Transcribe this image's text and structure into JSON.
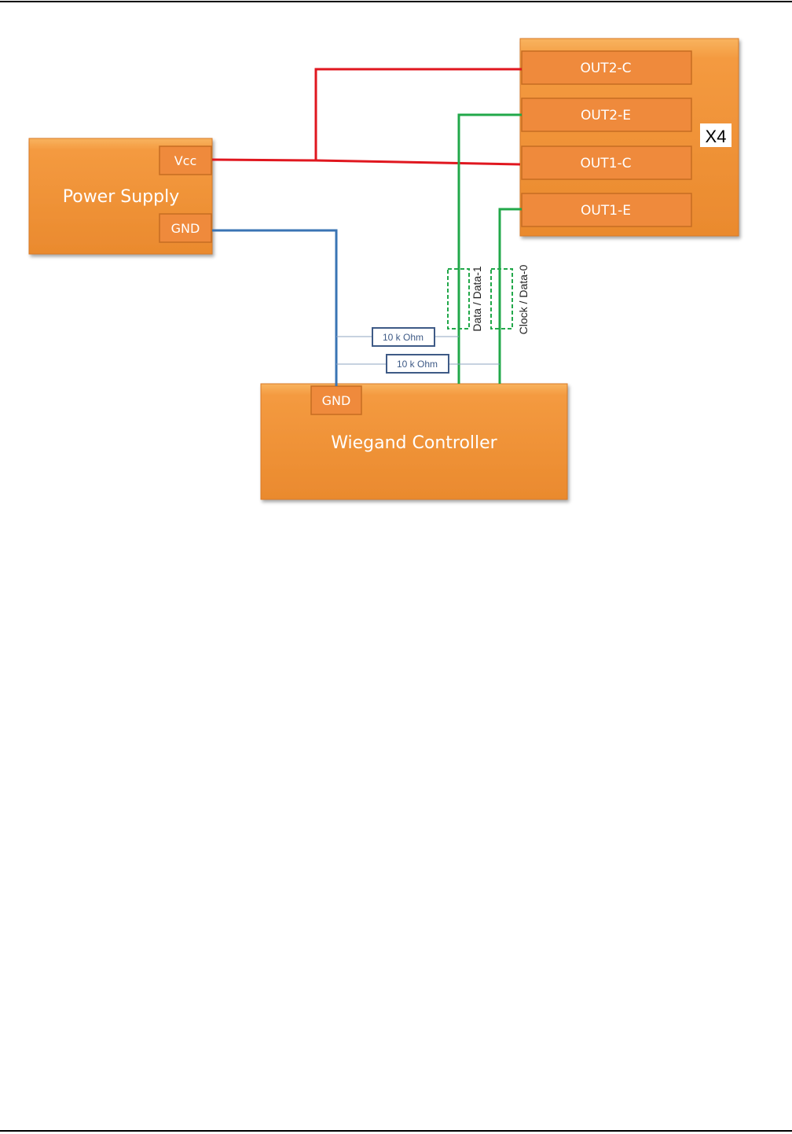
{
  "diagram": {
    "power_supply": {
      "title": "Power Supply",
      "ports": {
        "vcc": "Vcc",
        "gnd": "GND"
      }
    },
    "x4_module": {
      "title": "X4",
      "ports": {
        "out2_c": "OUT2-C",
        "out2_e": "OUT2-E",
        "out1_c": "OUT1-C",
        "out1_e": "OUT1-E"
      }
    },
    "wiegand_controller": {
      "title": "Wiegand Controller",
      "ports": {
        "gnd": "GND"
      }
    },
    "resistors": {
      "r1": "10 k Ohm",
      "r2": "10 k Ohm"
    },
    "signals": {
      "data": "Data / Data-1",
      "clock": "Clock / Data-0"
    },
    "colors": {
      "block_fill": "#f39a45",
      "block_border": "#d97a26",
      "port_fill": "#ef8a3c",
      "port_border": "#c66d22",
      "vcc_wire": "#e0171f",
      "gnd_wire": "#3a74b4",
      "signal_wire": "#22a84a",
      "resistor_border": "#3e5a86"
    }
  }
}
